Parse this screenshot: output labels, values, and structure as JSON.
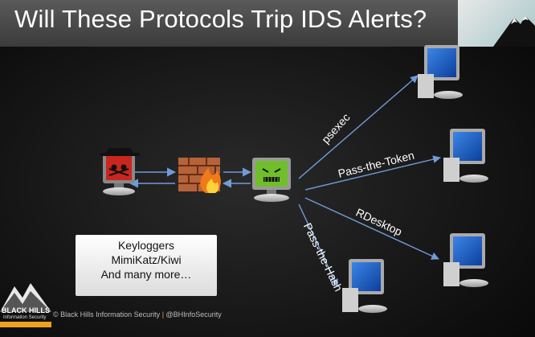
{
  "slide": {
    "title": "Will These Protocols Trip IDS Alerts?"
  },
  "protocols": [
    {
      "label": "psexec"
    },
    {
      "label": "Pass-the-Token"
    },
    {
      "label": "RDesktop"
    },
    {
      "label": "Pass-the-Hash"
    }
  ],
  "tools_box": {
    "lines": [
      "Keyloggers",
      "MimiKatz/Kiwi",
      "And many more…"
    ]
  },
  "footer": {
    "copyright": "© Black Hills Information Security",
    "separator": "|",
    "handle": "@BHInfoSecurity"
  },
  "logo": {
    "name": "BLACK HILLS",
    "sub": "Information Security"
  },
  "icons": {
    "attacker": "hacker-computer-icon",
    "firewall": "firewall-icon",
    "compromised": "infected-computer-icon",
    "targets": "target-computer-icon"
  },
  "colors": {
    "arrow": "#6f9cd8",
    "monitor_screen": "#1f5fc4",
    "attacker_screen": "#c8261e",
    "infected_screen": "#6fbf2a",
    "accent": "#f0a020"
  }
}
